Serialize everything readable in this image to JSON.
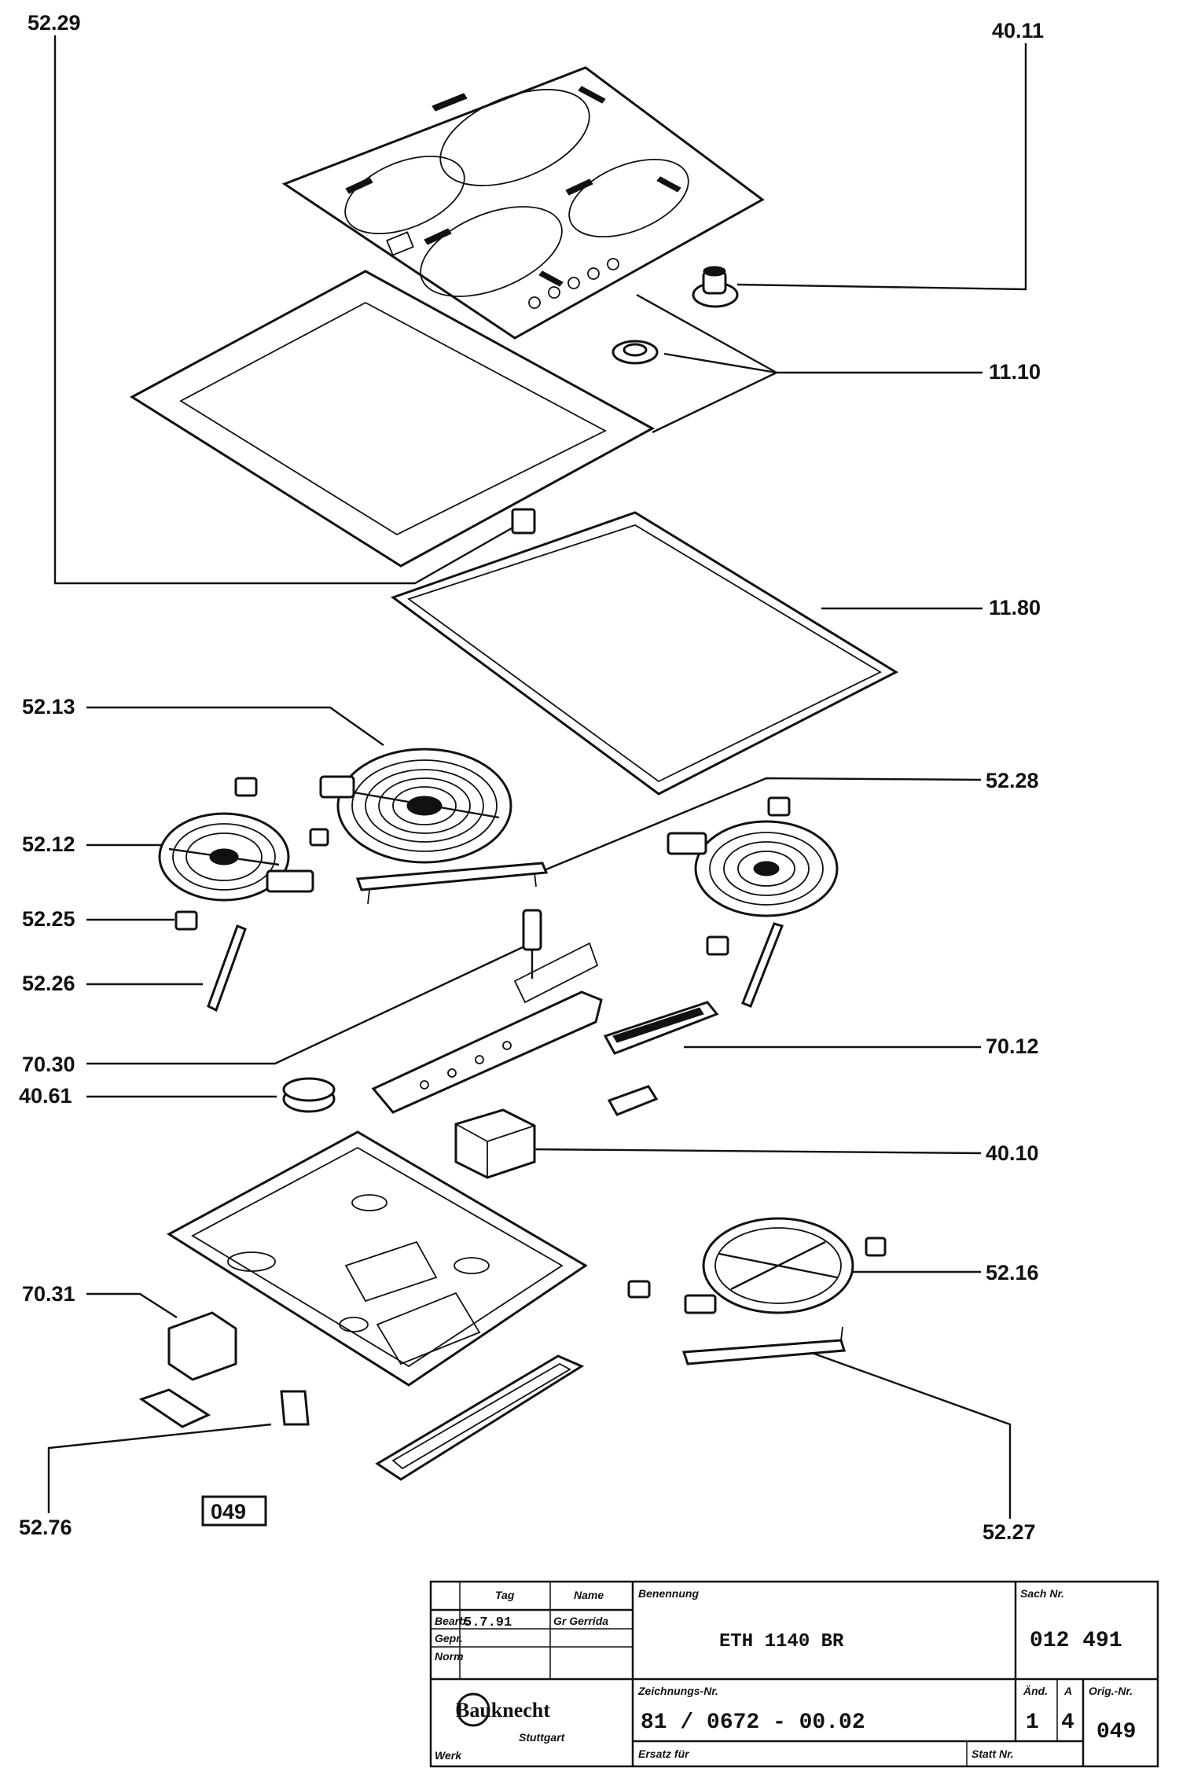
{
  "part_labels": [
    {
      "id": "p5229",
      "text": "52.29"
    },
    {
      "id": "p4011",
      "text": "40.11"
    },
    {
      "id": "p1110",
      "text": "11.10"
    },
    {
      "id": "p1180",
      "text": "11.80"
    },
    {
      "id": "p5213",
      "text": "52.13"
    },
    {
      "id": "p5228",
      "text": "52.28"
    },
    {
      "id": "p5212",
      "text": "52.12"
    },
    {
      "id": "p5225",
      "text": "52.25"
    },
    {
      "id": "p5226",
      "text": "52.26"
    },
    {
      "id": "p7030",
      "text": "70.30"
    },
    {
      "id": "p7012",
      "text": "70.12"
    },
    {
      "id": "p4061",
      "text": "40.61"
    },
    {
      "id": "p4010",
      "text": "40.10"
    },
    {
      "id": "p5216",
      "text": "52.16"
    },
    {
      "id": "p7031",
      "text": "70.31"
    },
    {
      "id": "p5276",
      "text": "52.76"
    },
    {
      "id": "p5227",
      "text": "52.27"
    }
  ],
  "page_code": "049",
  "title_block": {
    "tag_header": "Tag",
    "name_header": "Name",
    "bearb_label": "Bearb.",
    "bearb_date": "5.7.91",
    "bearb_name": "Gr Gerrida",
    "gepr_label": "Gepr.",
    "norm_label": "Norm",
    "benennung_label": "Benennung",
    "benennung_value": "ETH 1140 BR",
    "sach_label": "Sach Nr.",
    "sach_value": "012 491",
    "logo_text": "Bauknecht",
    "city": "Stuttgart",
    "werk_label": "Werk",
    "zeichnung_label": "Zeichnungs-Nr.",
    "zeichnung_value": "81 / 0672 - 00.02",
    "aend_label": "Änd.",
    "aend_value": "1",
    "a_label": "A",
    "a_value": "4",
    "orig_label": "Orig.-Nr.",
    "orig_value": "049",
    "ersatz_label": "Ersatz für",
    "statt_label": "Statt Nr."
  }
}
